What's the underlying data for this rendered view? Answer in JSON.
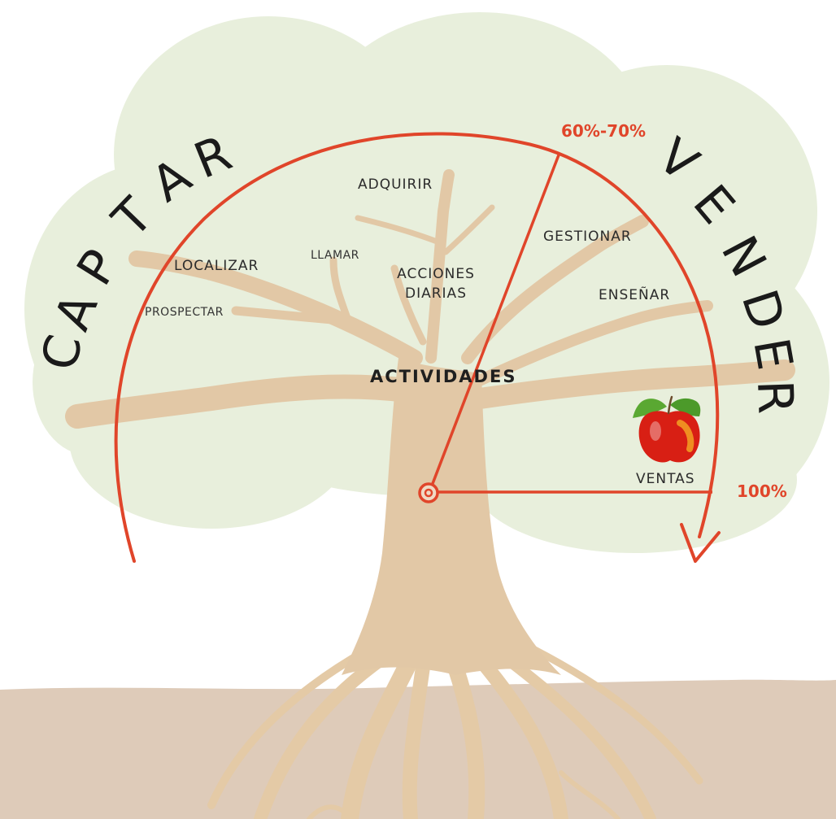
{
  "arc_words": {
    "left": "CAPTAR",
    "right": "VENDER"
  },
  "labels": {
    "adquirir": "ADQUIRIR",
    "gestionar": "GESTIONAR",
    "localizar": "LOCALIZAR",
    "llamar": "LLAMAR",
    "acciones_line1": "ACCIONES",
    "acciones_line2": "DIARIAS",
    "ensenar": "ENSEÑAR",
    "prospectar": "PROSPECTAR",
    "actividades": "ACTIVIDADES",
    "ventas": "VENTAS"
  },
  "percentages": {
    "top": "60%-70%",
    "right": "100%"
  },
  "icons": {
    "fruit": "apple-icon"
  },
  "colors": {
    "canopy": "#e8efdc",
    "trunk": "#e2c8a6",
    "ground": "#decbb9",
    "arc": "#e0452a",
    "apple": "#d81f14",
    "leaf": "#5aa832"
  }
}
